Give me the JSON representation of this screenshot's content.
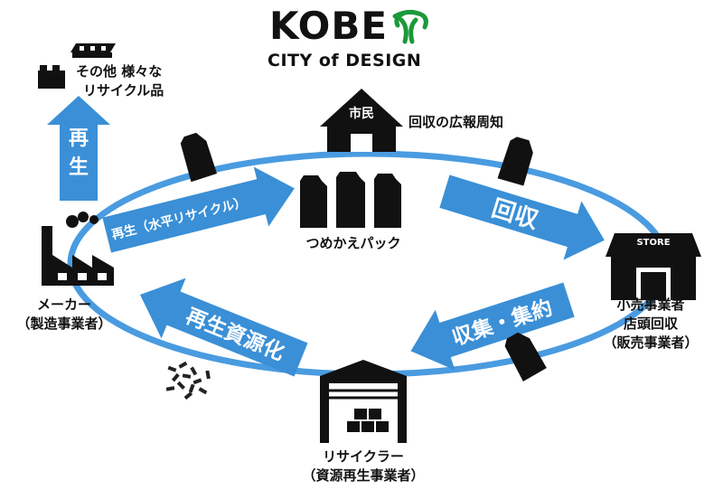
{
  "logo": {
    "wordmark": "KOBE",
    "tagline": "CITY of DESIGN",
    "emblem": "kobe-city-emblem",
    "emblem_color": "#1a9a3a"
  },
  "nodes": {
    "citizen": {
      "house_label": "市民",
      "caption": "回収の広報周知"
    },
    "store": {
      "sign": "STORE",
      "lines": [
        "小売事業者",
        "店頭回収",
        "（販売事業者）"
      ]
    },
    "recycler": {
      "lines": [
        "リサイクラー",
        "（資源再生事業者）"
      ]
    },
    "maker": {
      "lines": [
        "メーカー",
        "（製造事業者）"
      ]
    },
    "other": {
      "lines": [
        "その他 様々な",
        "リサイクル品"
      ]
    },
    "pack": {
      "label": "つめかえパック"
    }
  },
  "arrows": {
    "collect": "回収",
    "gather": "収集・集約",
    "recover": "再生資源化",
    "horizontal": "再生（水平リサイクル）",
    "regen": "再生"
  },
  "colors": {
    "arrow_blue": "#3a8fd6",
    "ring_blue": "#4a9be0",
    "icon_black": "#111111"
  }
}
